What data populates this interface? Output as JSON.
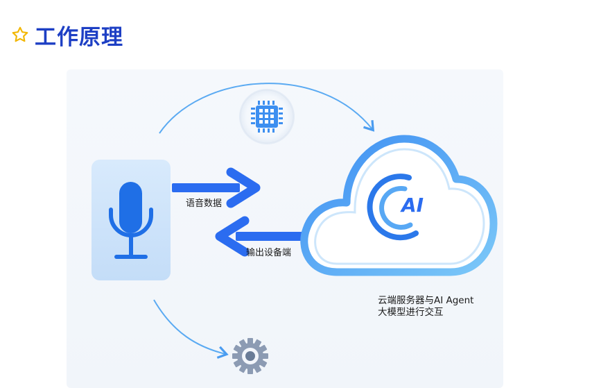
{
  "header": {
    "title": "工作原理",
    "icon": "star-outline-icon",
    "icon_color": "#f2b705",
    "title_color": "#1d3fc4"
  },
  "diagram": {
    "voice_label": "语音数据",
    "output_label": "输出设备端",
    "cloud_badge": "AI",
    "caption_line1": "云端服务器与AI Agent",
    "caption_line2": "大模型进行交互",
    "colors": {
      "arrow": "#2b6cf0",
      "cloud_stroke": "#4aa3f5",
      "mic_card": "#cfe4fb",
      "mic": "#1f6fe6",
      "chip": "#3d8ff0",
      "gear": "#8c9bb3"
    },
    "icons": [
      "microphone-icon",
      "cloud-icon",
      "ai-logo-icon",
      "chip-icon",
      "gear-icon"
    ]
  }
}
